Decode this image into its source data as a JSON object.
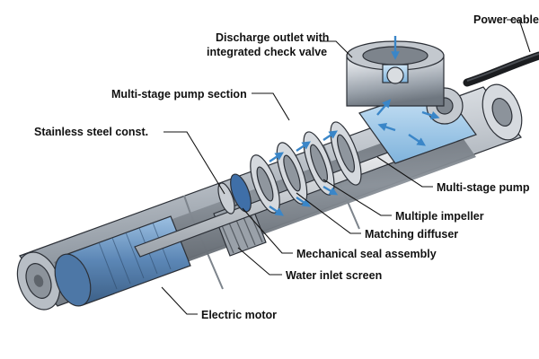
{
  "labels": {
    "power_cable": "Power cable",
    "discharge_outlet_1": "Discharge outlet with",
    "discharge_outlet_2": "integrated check valve",
    "multi_stage_section": "Multi-stage pump section",
    "stainless_steel": "Stainless steel const.",
    "multi_stage_pump": "Multi-stage pump",
    "multiple_impeller": "Multiple impeller",
    "matching_diffuser": "Matching diffuser",
    "mechanical_seal": "Mechanical seal assembly",
    "water_inlet": "Water inlet screen",
    "electric_motor": "Electric motor"
  },
  "colors": {
    "steel_light": "#dfe3e8",
    "steel_mid": "#aeb5bd",
    "steel_dark": "#6f7780",
    "water": "#8fc1e6",
    "motor_blue": "#5b86b5",
    "arrow": "#3a86c8"
  }
}
